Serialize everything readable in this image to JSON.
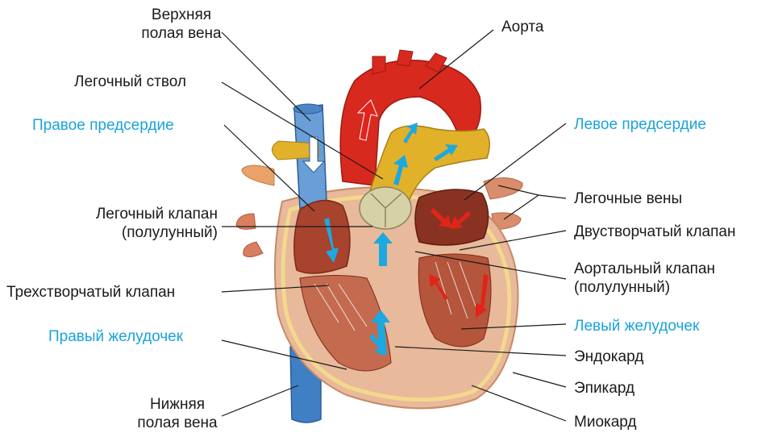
{
  "colors": {
    "accent_label": "#1aa3dc",
    "text": "#1a1a1a",
    "vena_cava": "#3f7fc4",
    "aorta": "#d8291f",
    "pulmonary_trunk": "#e2b12a",
    "myocardium": "#e8b99a",
    "chamber": "#a8432e",
    "blue_arrow": "#1ea8e0",
    "red_arrow": "#e2231a"
  },
  "labels": {
    "superior_vena_cava": {
      "line1": "Верхняя",
      "line2": "полая вена"
    },
    "pulmonary_trunk": "Легочный ствол",
    "right_atrium": "Правое предсердие",
    "pulmonary_valve": {
      "line1": "Легочный клапан",
      "line2": "(полулунный)"
    },
    "tricuspid_valve": "Трехстворчатый клапан",
    "right_ventricle": "Правый желудочек",
    "inferior_vena_cava": {
      "line1": "Нижняя",
      "line2": "полая вена"
    },
    "aorta": "Аорта",
    "left_atrium": "Левое предсердие",
    "pulmonary_veins": "Легочные вены",
    "mitral_valve": "Двустворчатый клапан",
    "aortic_valve": {
      "line1": "Аортальный клапан",
      "line2": "(полулунный)"
    },
    "left_ventricle": "Левый желудочек",
    "endocardium": "Эндокард",
    "epicardium": "Эпикард",
    "myocardium": "Миокард"
  }
}
